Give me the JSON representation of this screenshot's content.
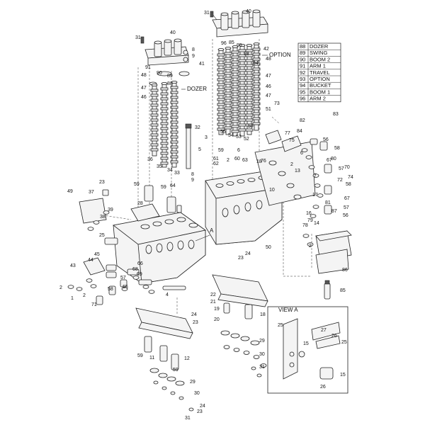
{
  "legend": [
    {
      "num": "88",
      "name": "DOZER"
    },
    {
      "num": "89",
      "name": "SWING"
    },
    {
      "num": "90",
      "name": "BOOM 2"
    },
    {
      "num": "91",
      "name": "ARM 1"
    },
    {
      "num": "92",
      "name": "TRAVEL"
    },
    {
      "num": "93",
      "name": "OPTION"
    },
    {
      "num": "94",
      "name": "BUCKET"
    },
    {
      "num": "95",
      "name": "BOOM 1"
    },
    {
      "num": "96",
      "name": "ARM 2"
    }
  ],
  "labels": {
    "dozer": "DOZER",
    "option": "OPTION",
    "view_a": "VIEW A",
    "arrow_a": "A"
  },
  "callouts": [
    "31",
    "40",
    "8",
    "9",
    "42",
    "96",
    "85",
    "95",
    "93",
    "94",
    "91",
    "90",
    "89",
    "88",
    "41",
    "48",
    "47",
    "46",
    "51",
    "73",
    "82",
    "83",
    "84",
    "32",
    "3",
    "55",
    "54",
    "53",
    "52",
    "56",
    "36",
    "35",
    "34",
    "33",
    "5",
    "58",
    "6",
    "59",
    "61",
    "62",
    "60",
    "63",
    "2",
    "18",
    "70",
    "67",
    "57",
    "23",
    "72",
    "64",
    "49",
    "37",
    "28",
    "39",
    "38",
    "50",
    "80",
    "65",
    "1",
    "43",
    "45",
    "44",
    "71",
    "66",
    "68",
    "69",
    "4",
    "22",
    "21",
    "20",
    "19",
    "25",
    "26",
    "27",
    "15",
    "29",
    "30",
    "24",
    "86",
    "14",
    "17",
    "11",
    "12",
    "10",
    "13",
    "16",
    "81",
    "87",
    "7",
    "74",
    "75",
    "76",
    "77",
    "78",
    "79"
  ]
}
